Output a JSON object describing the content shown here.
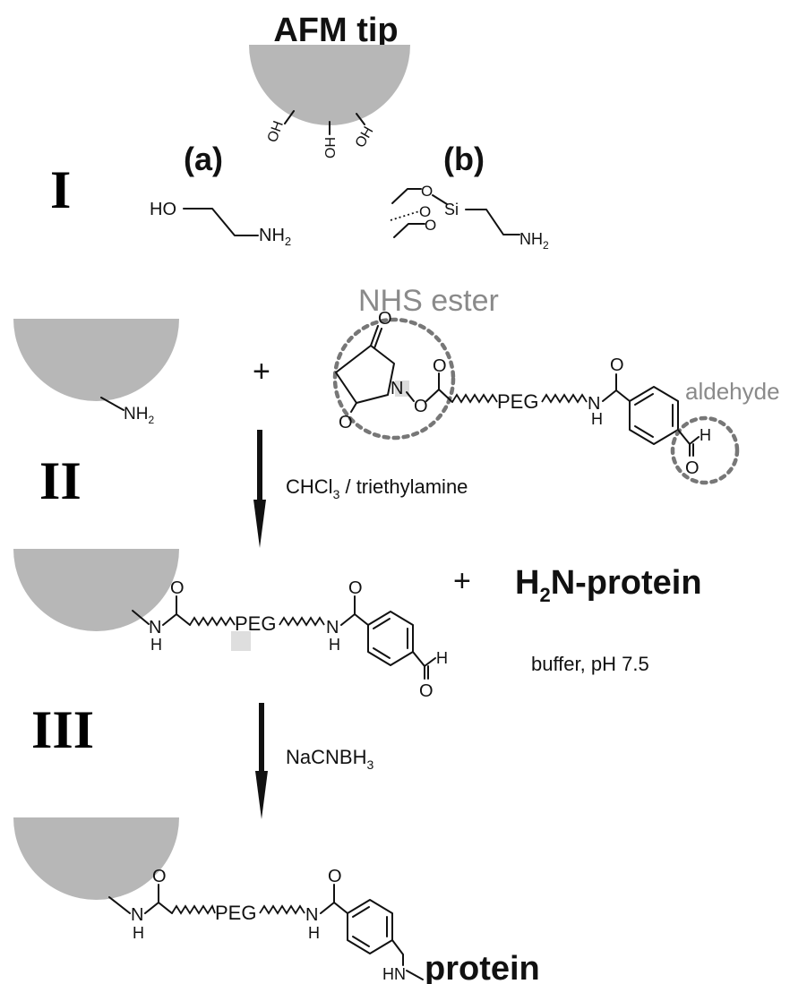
{
  "figure": {
    "tip_title": "AFM tip",
    "tip_groups": [
      "OH",
      "OH",
      "OH"
    ],
    "stage_labels": [
      "I",
      "II",
      "III"
    ],
    "option_labels": [
      "(a)",
      "(b)"
    ],
    "step1": {
      "a_hydroxyl": "HO",
      "a_amine": "NH",
      "sub2": "2",
      "b_si": "Si",
      "b_o": "O",
      "b_amine": "NH",
      "b_sub2": "2"
    },
    "step2": {
      "tip_amine": "NH",
      "sub2": "2",
      "plus": "+",
      "nhs_label": "NHS ester",
      "aldehyde_label": "aldehyde",
      "n_atom": "N",
      "o_atom": "O",
      "h_atom": "H",
      "peg": "PEG",
      "nh": "N",
      "reagent_prefix": "CHCl",
      "reagent_sub": "3",
      "reagent_suffix": " / triethylamine"
    },
    "step3": {
      "plus": "+",
      "protein_prefix": "H",
      "protein_sub": "2",
      "protein_suffix": "N-protein",
      "buffer": "buffer, pH 7.5",
      "peg": "PEG",
      "n_atom": "N",
      "h_atom": "H",
      "o_atom": "O",
      "reagent_prefix": "NaCNBH",
      "reagent_sub": "3"
    },
    "final": {
      "peg": "PEG",
      "n_atom": "N",
      "h_atom": "H",
      "o_atom": "O",
      "hn": "HN",
      "protein": "protein"
    }
  },
  "colors": {
    "tip": "#b7b7b7",
    "ring": "#777777",
    "ink": "#111111",
    "label_grey": "#8a8a8a"
  }
}
